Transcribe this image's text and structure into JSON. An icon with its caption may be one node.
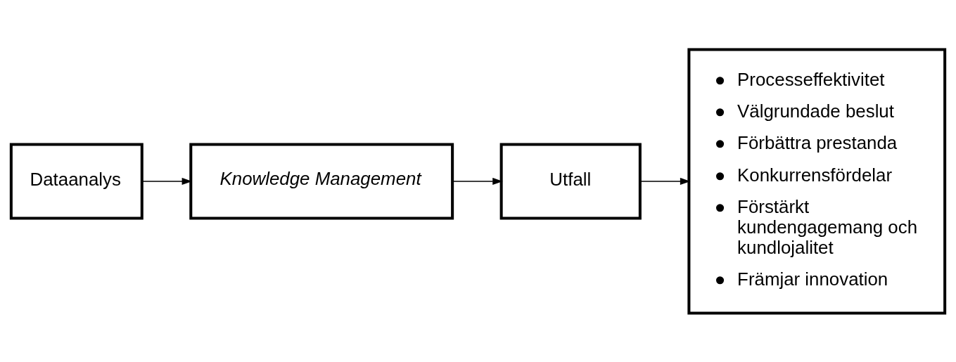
{
  "diagram": {
    "nodes": [
      {
        "text": [
          "Dataanalys"
        ]
      },
      {
        "text": [
          "Knowledge Management"
        ]
      },
      {
        "text": [
          "Utfall"
        ]
      },
      {
        "text": [
          "● Processeffektivitet",
          "● Välgrundade beslut",
          "● Förbättra prestanda",
          "● Konkurrensfördelar",
          "● Förstärkt kundengagemang och kundlojalitet",
          "● Främjar innovation"
        ]
      }
    ],
    "edges": [
      {
        "from": 0,
        "to": 1,
        "arrow": "to"
      },
      {
        "from": 1,
        "to": 2,
        "arrow": "to"
      },
      {
        "from": 2,
        "to": 3,
        "arrow": "to"
      }
    ]
  }
}
